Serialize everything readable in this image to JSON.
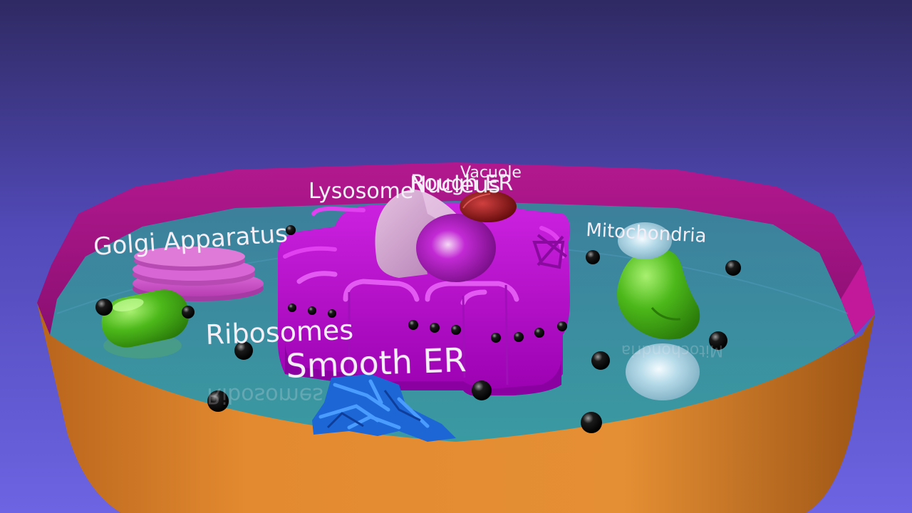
{
  "labels": {
    "golgi": "Golgi Apparatus",
    "lysosome": "Lysosome",
    "nucleus": "Nucleus",
    "rough_er": "Rough ER",
    "vacuole": "Vacuole",
    "mitochondria": "Mitochondria",
    "ribosomes": "Ribosomes",
    "smooth_er": "Smooth ER"
  },
  "colors": {
    "background_top": "#2f2a63",
    "background_bottom": "#6a62e0",
    "membrane": "#a0158a",
    "cytoplasm": "#3c8a98",
    "cell_wall_outer": "#e58c2e",
    "er": "#b400c8",
    "golgi": "#d34fd0",
    "nucleolus": "#9a10b0",
    "nucleus_envelope": "#d8a8d8",
    "vacuole": "#9a1010",
    "mitochondria": "#4ab81a",
    "lysosome": "#a8d8ee",
    "smooth_er": "#1a66d8",
    "ribosome": "#111111"
  }
}
